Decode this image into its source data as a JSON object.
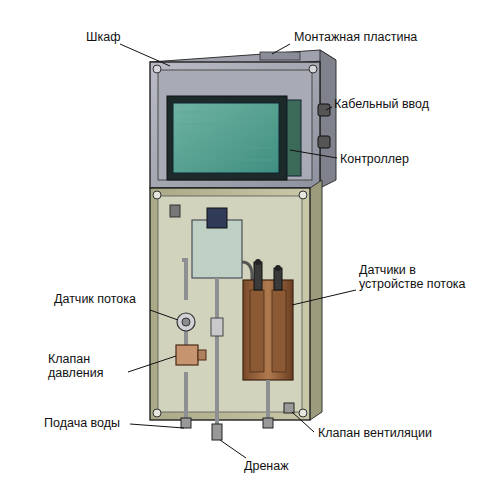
{
  "diagram": {
    "labels": [
      "Шкаф",
      "Монтажная пластина",
      "Кабельный ввод",
      "Контроллер",
      "Датчик потока",
      "Датчики в устройстве потока",
      "Клапан давления",
      "Подача воды",
      "Дренаж",
      "Клапан вентиляции"
    ]
  }
}
